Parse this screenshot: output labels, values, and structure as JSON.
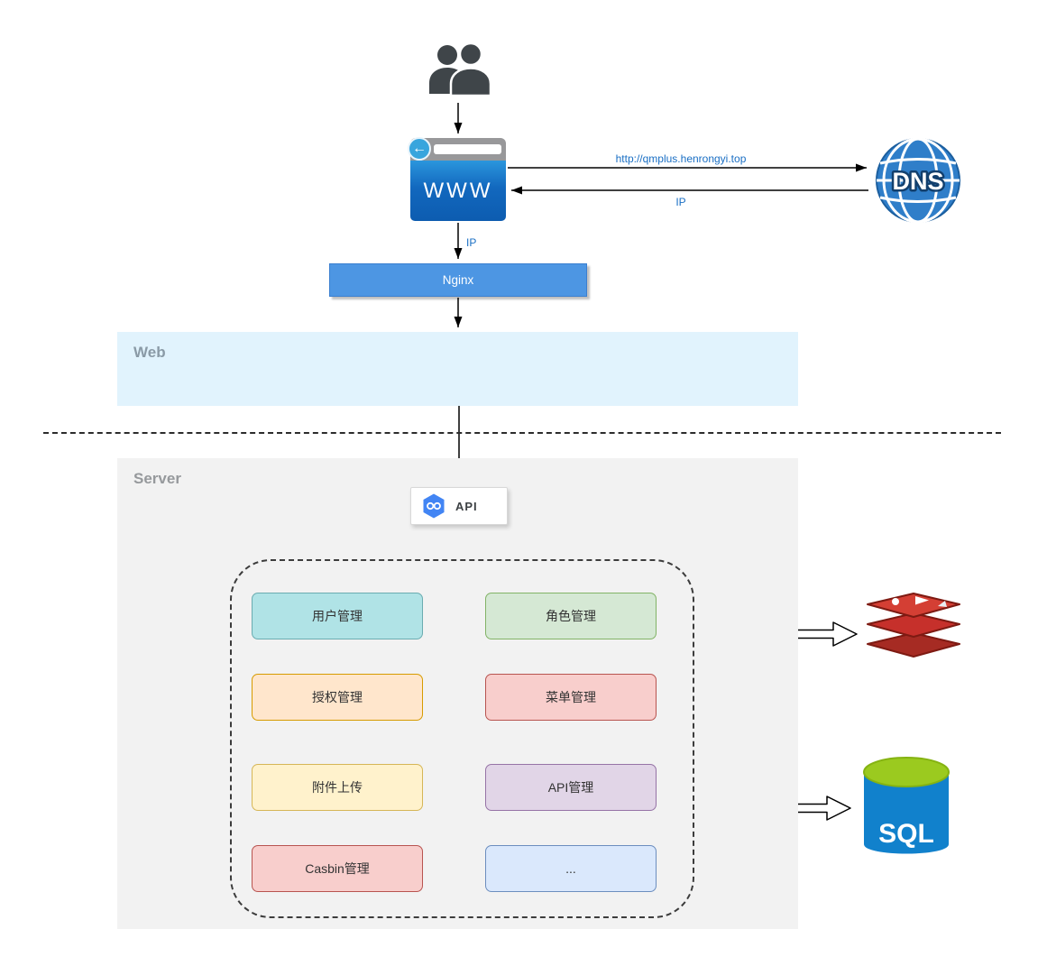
{
  "browser": {
    "label": "WWW"
  },
  "dns": {
    "label": "DNS"
  },
  "nginx": {
    "label": "Nginx"
  },
  "zones": {
    "web": "Web",
    "server": "Server"
  },
  "api": {
    "label": "API"
  },
  "edges": {
    "url_request": "http://qmplus.henrongyi.top",
    "dns_response": "IP",
    "browser_to_nginx": "IP"
  },
  "modules": [
    {
      "label": "用户管理",
      "fill": "#b0e3e6",
      "stroke": "#6aacb0"
    },
    {
      "label": "角色管理",
      "fill": "#d5e8d4",
      "stroke": "#82b366"
    },
    {
      "label": "授权管理",
      "fill": "#ffe6cc",
      "stroke": "#d79b00"
    },
    {
      "label": "菜单管理",
      "fill": "#f8cecc",
      "stroke": "#b85450"
    },
    {
      "label": "附件上传",
      "fill": "#fff2cc",
      "stroke": "#d6b656"
    },
    {
      "label": "API管理",
      "fill": "#e1d5e7",
      "stroke": "#9673a6"
    },
    {
      "label": "Casbin管理",
      "fill": "#f8cecc",
      "stroke": "#b85450"
    },
    {
      "label": "...",
      "fill": "#dae8fc",
      "stroke": "#6c8ebf"
    }
  ],
  "datastores": {
    "cache_icon": "redis",
    "sql_label": "SQL"
  },
  "colors": {
    "nginx_blue": "#4d96e3",
    "web_band": "#e1f3fd",
    "server_band": "#f2f2f2",
    "link_blue": "#1a6fc4",
    "browser_blue": "#1268be",
    "dns_blue": "#2f7ec9",
    "redis_red": "#c6302b",
    "sql_blue": "#1181cc",
    "sql_green": "#9bca1f"
  }
}
